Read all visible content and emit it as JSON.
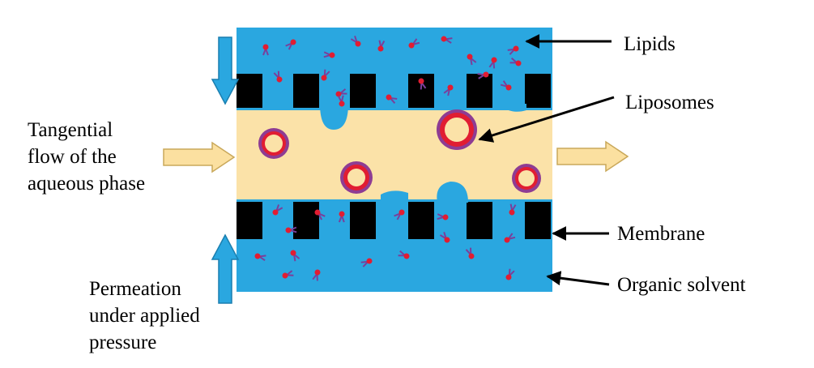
{
  "labels": {
    "lipids": "Lipids",
    "liposomes": "Liposomes",
    "membrane": "Membrane",
    "organic_solvent": "Organic solvent",
    "tangential_1": "Tangential",
    "tangential_2": "flow of the",
    "tangential_3": "aqueous phase",
    "permeation_1": "Permeation",
    "permeation_2": "under applied",
    "permeation_3": "pressure"
  },
  "colors": {
    "organic_solvent": "#2aa7e0",
    "aqueous_phase": "#fbe2a8",
    "membrane": "#000000",
    "liposome_outer": "#8e3c93",
    "liposome_inner_ring": "#e11d32",
    "lipid_head": "#e11d32",
    "lipid_tail": "#7a3f9b",
    "arrow_fill": "#fbe0a0",
    "arrow_stroke": "#c9a85a"
  }
}
